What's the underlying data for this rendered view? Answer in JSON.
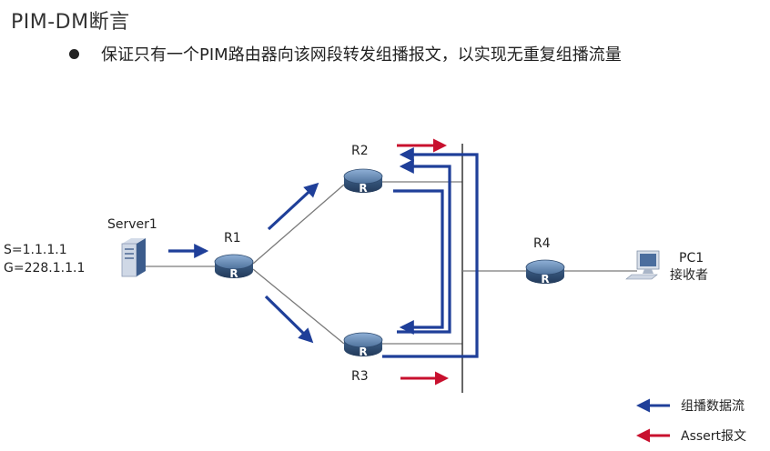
{
  "header": {
    "title": "PIM-DM断言",
    "bullet": "保证只有一个PIM路由器向该网段转发组播报文，以实现无重复组播流量"
  },
  "source": {
    "label": "Server1",
    "info_s": "S=1.1.1.1",
    "info_g": "G=228.1.1.1"
  },
  "routers": {
    "r1": "R1",
    "r2": "R2",
    "r3": "R3",
    "r4": "R4",
    "icon_letter": "R"
  },
  "receiver": {
    "name": "PC1",
    "role": "接收者"
  },
  "legend": {
    "multicast_flow": "组播数据流",
    "assert_msg": "Assert报文"
  },
  "colors": {
    "multicast_arrow": "#1f3f99",
    "assert_arrow": "#c8102e",
    "router_top": "#5b7fa6",
    "router_side": "#2f4d72",
    "link": "#7a7a7a"
  }
}
